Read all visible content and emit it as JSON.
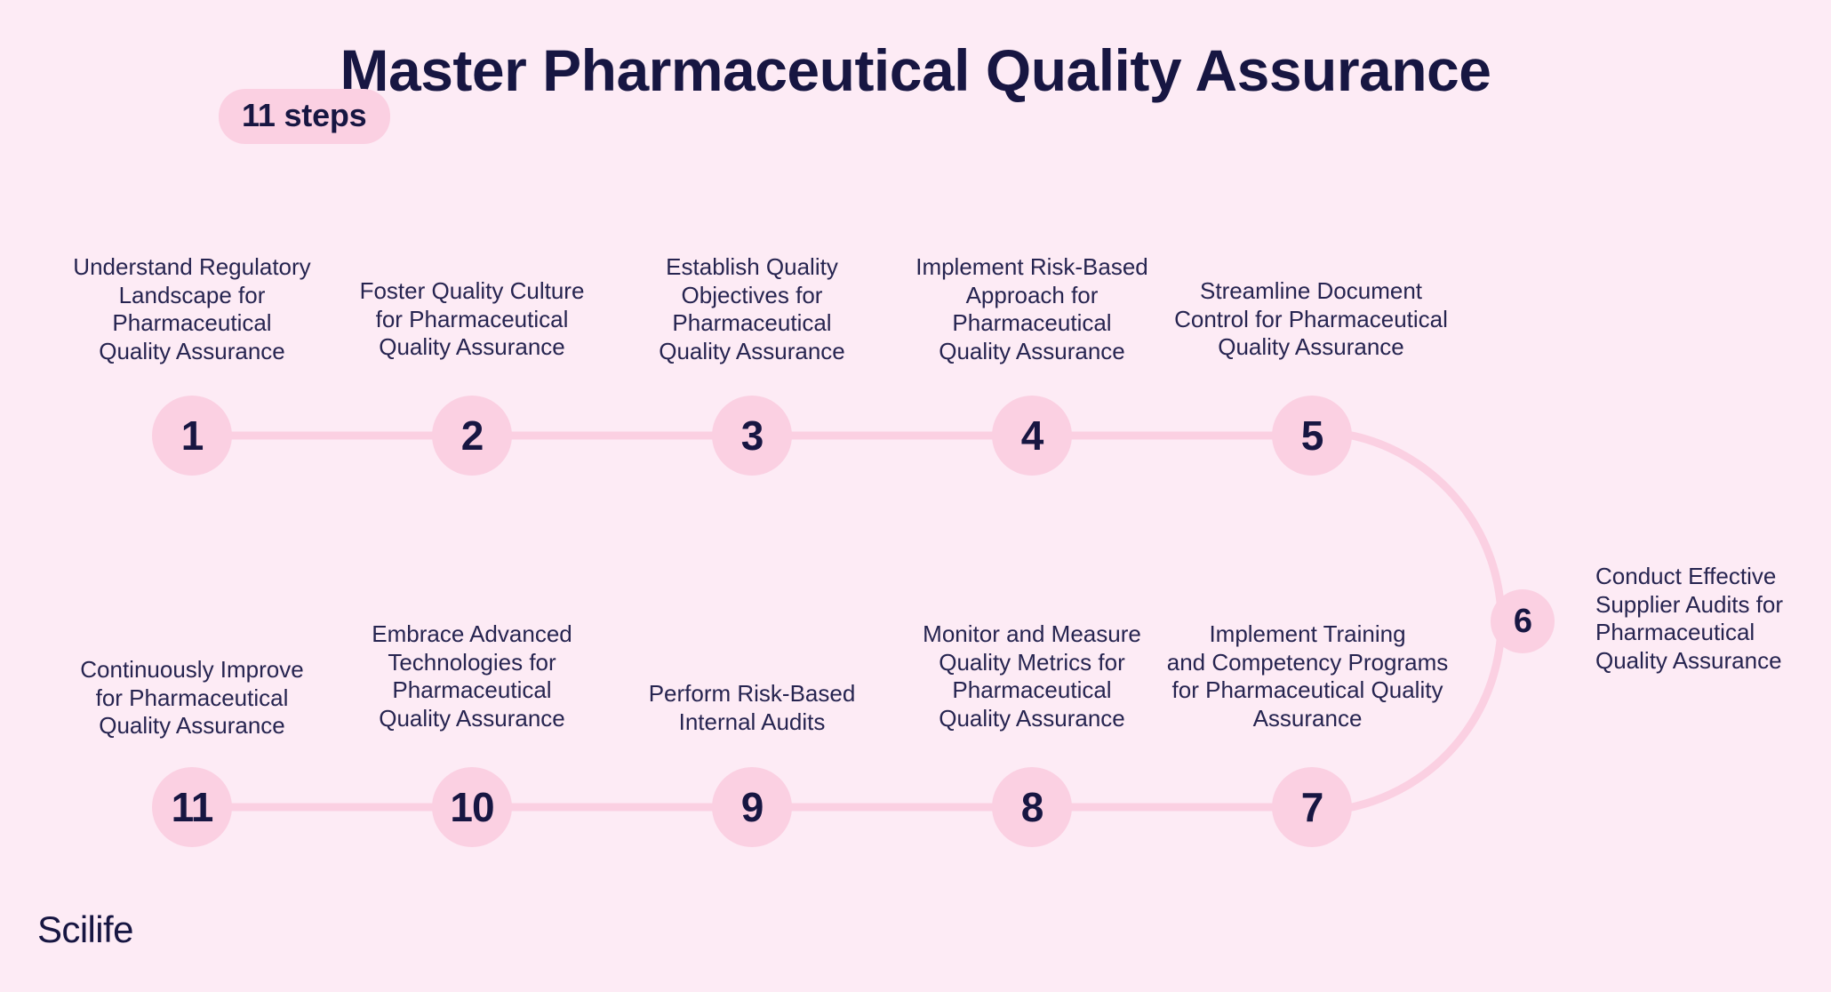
{
  "header": {
    "title": "Master Pharmaceutical Quality Assurance",
    "badge": "11 steps"
  },
  "colors": {
    "background": "#FDEBF5",
    "node_fill": "#FBD0E2",
    "node_text": "#171642",
    "connector": "#FBD0E2",
    "label_text": "#262450",
    "badge_fill": "#FBD0E2"
  },
  "flow": {
    "steps": [
      {
        "number": "1",
        "label": "Understand Regulatory\nLandscape for\nPharmaceutical\nQuality Assurance"
      },
      {
        "number": "2",
        "label": "Foster Quality Culture\nfor Pharmaceutical\nQuality Assurance"
      },
      {
        "number": "3",
        "label": "Establish Quality\nObjectives for\nPharmaceutical\nQuality Assurance"
      },
      {
        "number": "4",
        "label": "Implement Risk-Based\nApproach for\nPharmaceutical\nQuality Assurance"
      },
      {
        "number": "5",
        "label": "Streamline Document\nControl for Pharmaceutical\nQuality Assurance"
      },
      {
        "number": "6",
        "label": "Conduct Effective\nSupplier Audits for\nPharmaceutical\nQuality Assurance"
      },
      {
        "number": "7",
        "label": "Implement Training\nand Competency Programs\nfor Pharmaceutical Quality\nAssurance"
      },
      {
        "number": "8",
        "label": "Monitor and Measure\nQuality Metrics for\nPharmaceutical\nQuality Assurance"
      },
      {
        "number": "9",
        "label": "Perform Risk-Based\nInternal Audits"
      },
      {
        "number": "10",
        "label": "Embrace Advanced\nTechnologies for\nPharmaceutical\nQuality Assurance"
      },
      {
        "number": "11",
        "label": "Continuously Improve\nfor Pharmaceutical\nQuality Assurance"
      }
    ]
  },
  "footer": {
    "logo": "Scilife"
  }
}
